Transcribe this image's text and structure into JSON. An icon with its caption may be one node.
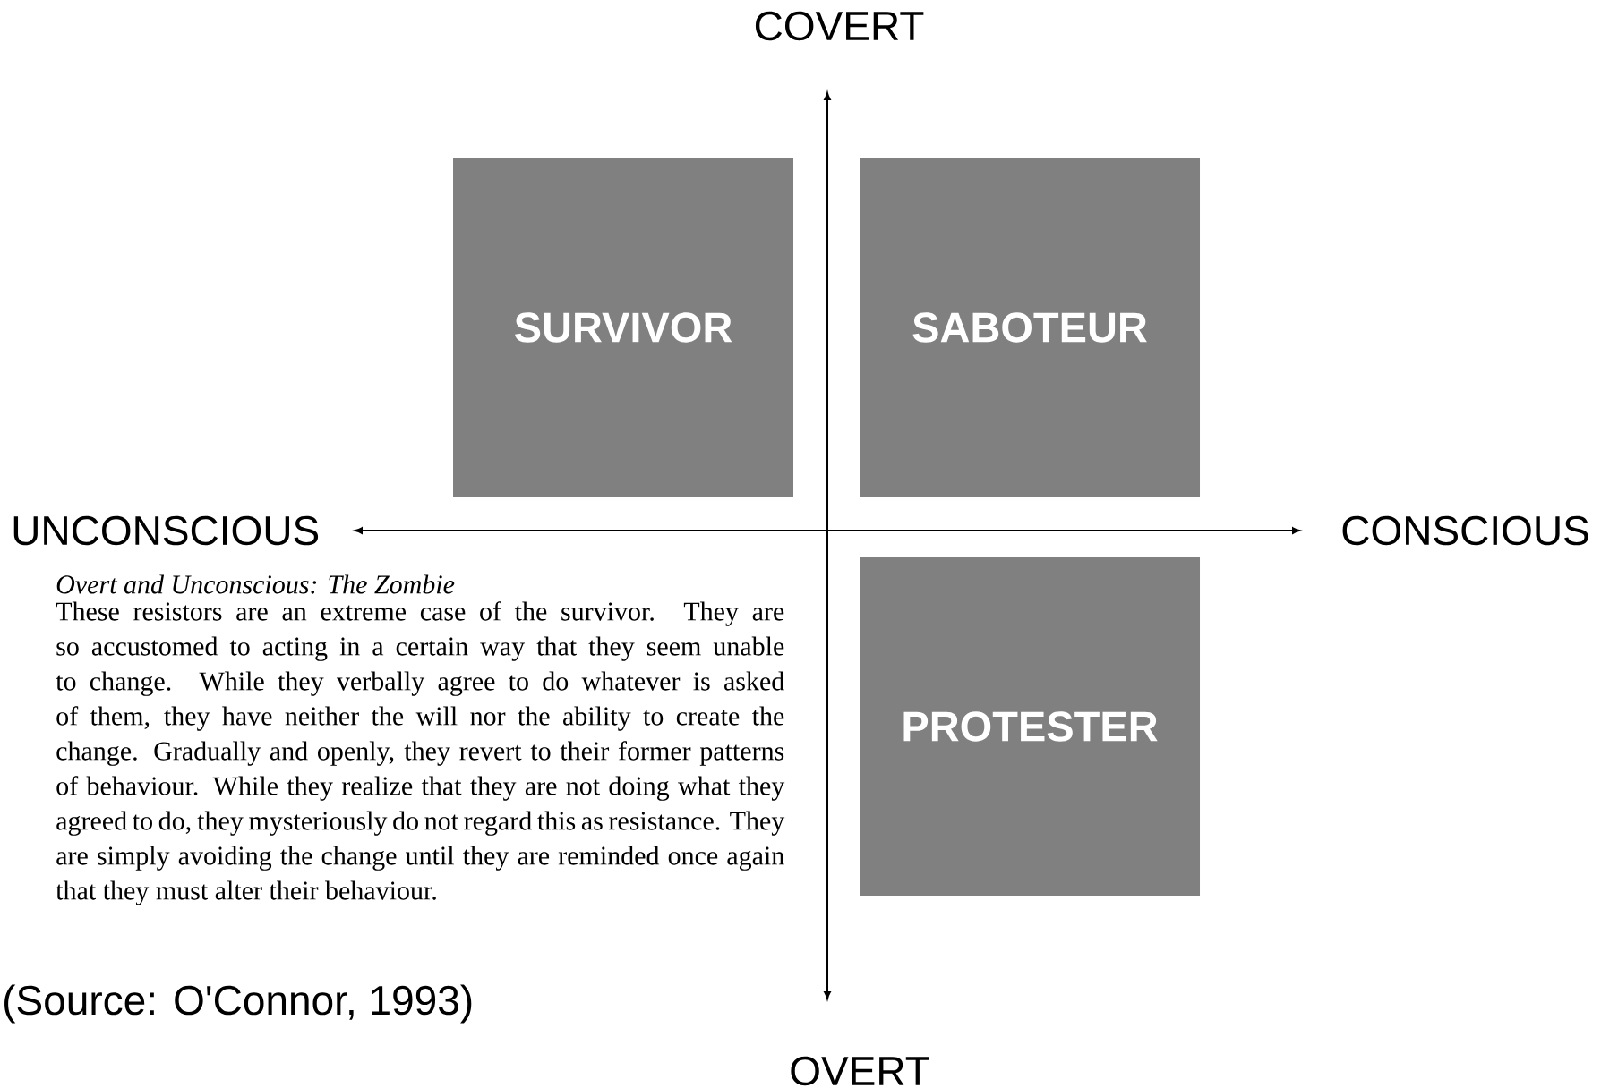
{
  "diagram": {
    "nodes": [
      {
        "text": [
          "SURVIVOR"
        ]
      },
      {
        "text": [
          "SABOTEUR"
        ]
      },
      {
        "text": [
          "PROTESTER"
        ]
      }
    ],
    "labels": [
      "COVERT",
      "UNCONSCIOUS",
      "CONSCIOUS",
      "Overt and Unconscious: The Zombie",
      "These resistors are an extreme case of the survivor. They are so accustomed to acting in a certain way that they seem unable to change. While they verbally agree to do whatever is asked of them, they have neither the will nor the ability to create the change. Gradually and openly, they revert to their former patterns of behaviour. While they realize that they are not doing what they agreed to do, they mysteriously do not regard this as resistance. They are simply avoiding the change until they are reminded once again that they must alter their behaviour.",
      "(Source: O'Connor, 1993)",
      "OVERT"
    ]
  }
}
